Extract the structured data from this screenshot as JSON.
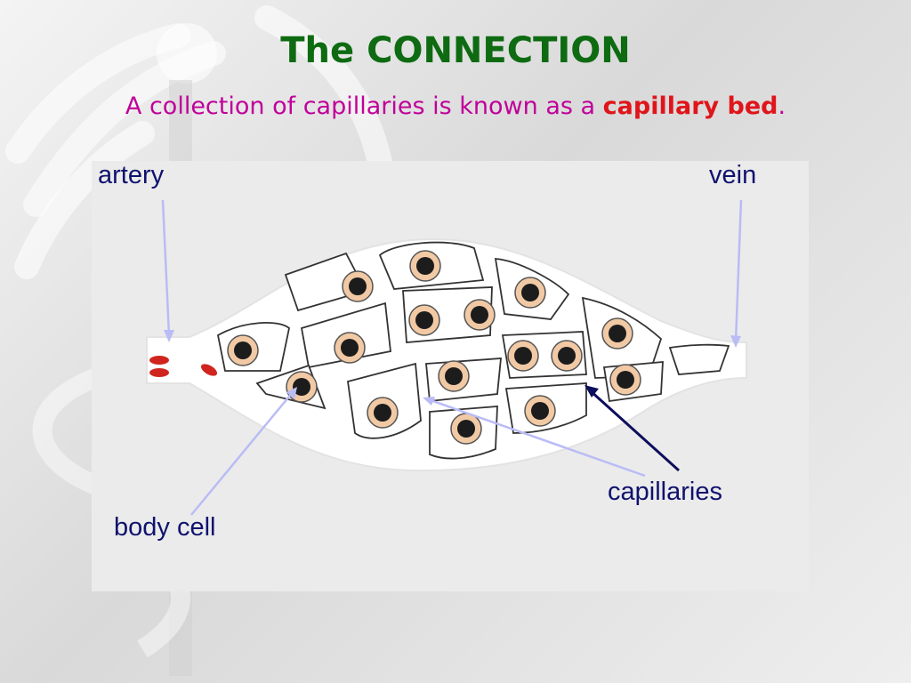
{
  "slide": {
    "title": "The CONNECTION",
    "subtitle_prefix": "A collection of capillaries is known as a ",
    "subtitle_keyword": "capillary bed",
    "subtitle_suffix": "."
  },
  "diagram": {
    "labels": {
      "artery": "artery",
      "vein": "vein",
      "body_cell": "body cell",
      "capillaries": "capillaries"
    }
  },
  "colors": {
    "title": "#0e6b12",
    "subtitle": "#c0009a",
    "keyword": "#e0151b",
    "label_text": "#10126e",
    "pointer_light": "#b9bcf5",
    "pointer_dark": "#0d0e5c",
    "cell_fill": "#f1c9a4",
    "nucleus": "#1c1c1c",
    "red_blood_cell": "#d0251e"
  },
  "icons": [
    "caduceus-watermark-icon"
  ]
}
